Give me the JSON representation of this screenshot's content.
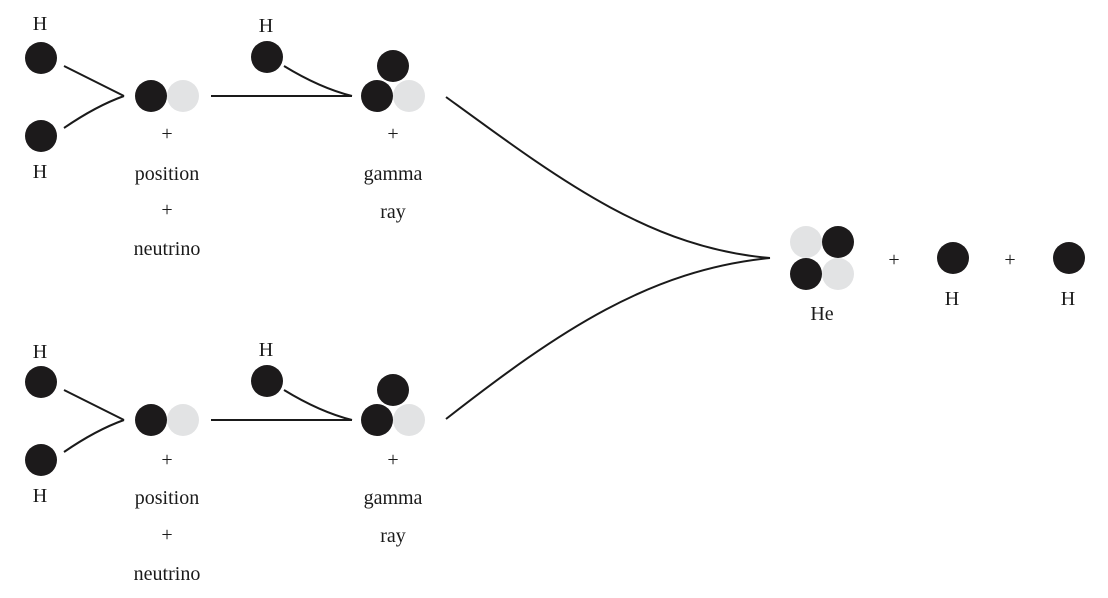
{
  "labels": {
    "hydrogen": "H",
    "helium": "He",
    "plus": "+",
    "positron": "position",
    "neutrino": "neutrino",
    "gamma": "gamma",
    "ray": "ray"
  },
  "colors": {
    "proton": "#1c1a1b",
    "neutron": "#e2e3e4",
    "line": "#1a1a1a"
  },
  "particles": {
    "proton": "proton-circle",
    "neutron": "neutron-circle"
  }
}
